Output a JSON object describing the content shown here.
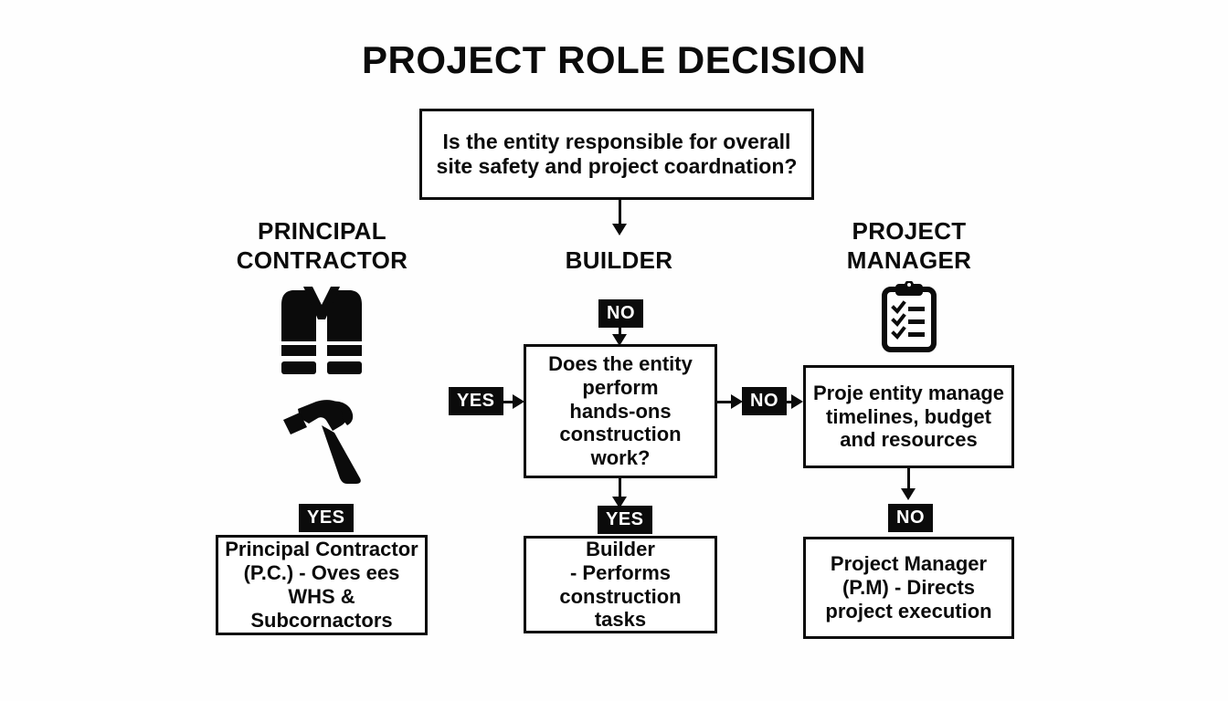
{
  "page": {
    "title": "PROJECT ROLE DECISION",
    "background_color": "#fefefe",
    "ink_color": "#0b0b0b"
  },
  "columns": [
    {
      "id": "principal-contractor",
      "heading_line1": "PRINCIPAL",
      "heading_line2": "CONTRACTOR"
    },
    {
      "id": "builder",
      "heading_line1": "BUILDER",
      "heading_line2": ""
    },
    {
      "id": "project-manager",
      "heading_line1": "PROJECT",
      "heading_line2": "MANAGER"
    }
  ],
  "nodes": {
    "root_question": {
      "text": "Is the entity responsible for overall\nsite safety and project coardnation?"
    },
    "second_question": {
      "text": "Does the entity\nperform\nhands-ons\nconstruction\nwork?"
    },
    "third_question": {
      "text": "Proje entity manage\ntimelines, budget\nand resources"
    },
    "outcome_principal_contractor": {
      "text": "Principal Contractor\n(P.C.) - Oves ees\nWHS & Subcornactors"
    },
    "outcome_builder": {
      "text": "Builder\n- Performs\nconstruction tasks"
    },
    "outcome_project_manager": {
      "text": "Project Manager\n(P.M) - Directs\nproject execution"
    }
  },
  "labels": {
    "root_to_second": "NO",
    "second_in_from_left": "YES",
    "second_to_third": "NO",
    "pc_outcome": "YES",
    "builder_outcome": "YES",
    "pm_outcome": "NO"
  },
  "icons": {
    "safety_vest": "safety-vest-icon",
    "hammer": "hammer-icon",
    "clipboard_checklist": "clipboard-checklist-icon"
  }
}
